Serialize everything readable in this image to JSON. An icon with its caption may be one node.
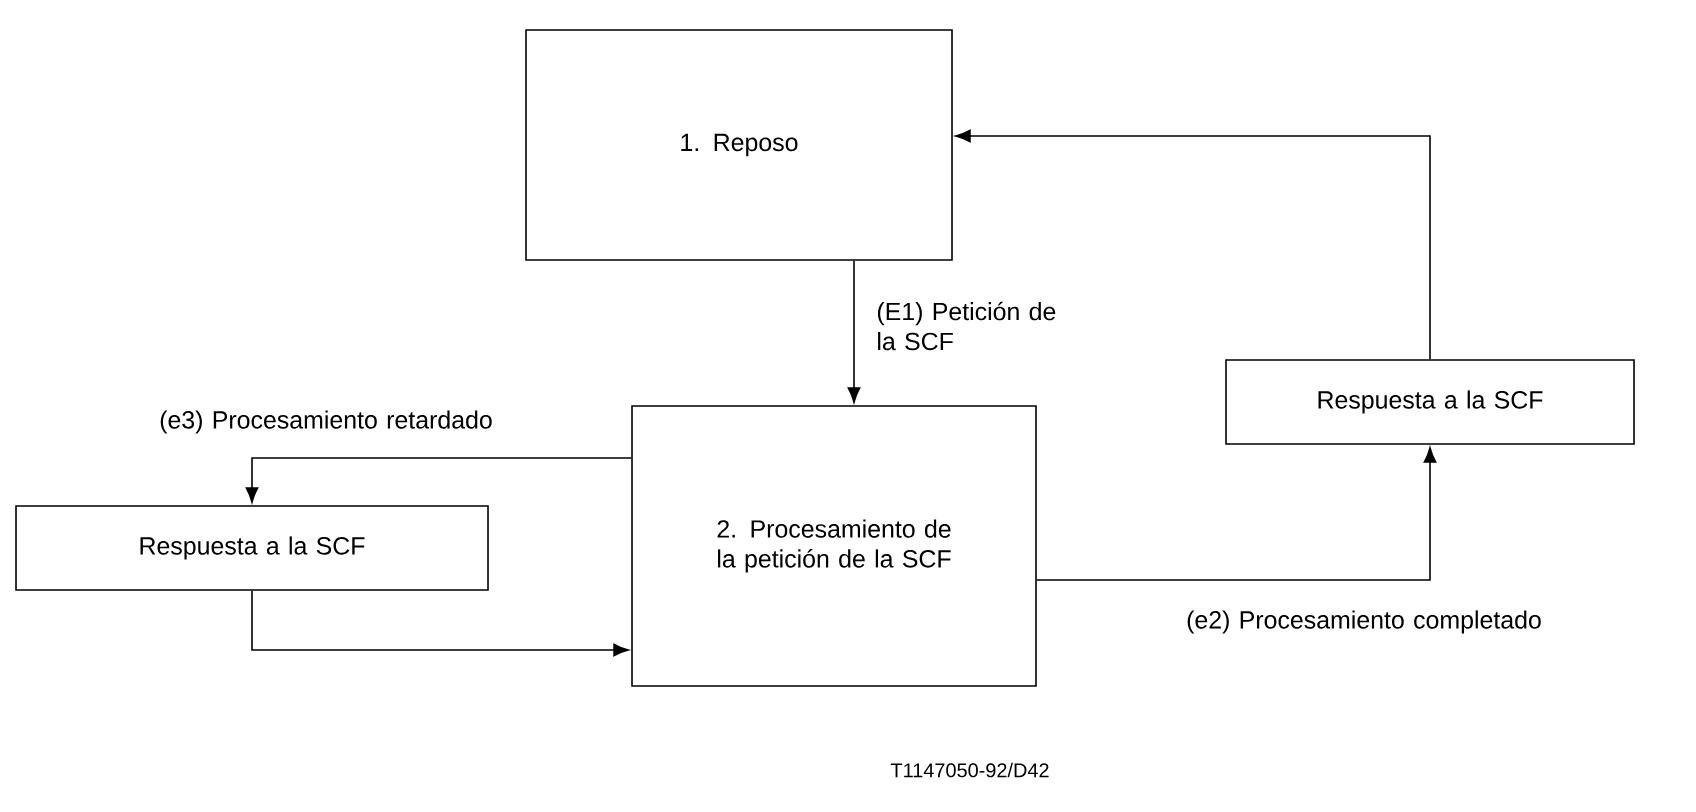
{
  "diagram": {
    "nodes": [
      {
        "text": [
          "1. Reposo"
        ]
      },
      {
        "text": [
          "2. Procesamiento de la petición de la SCF"
        ]
      },
      {
        "text": [
          "Respuesta a la SCF"
        ]
      },
      {
        "text": [
          "Respuesta a la SCF"
        ]
      }
    ],
    "edges": [
      {
        "from": 0,
        "to": 1,
        "arrow": "to",
        "label": "(E1) Petición de la SCF"
      },
      {
        "from": 1,
        "to": 2,
        "arrow": "to",
        "label": "(e3) Procesamiento retardado"
      },
      {
        "from": 2,
        "to": 1,
        "arrow": "to"
      },
      {
        "from": 1,
        "to": 3,
        "arrow": "to",
        "label": "(e2) Procesamiento completado"
      },
      {
        "from": 3,
        "to": 0,
        "arrow": "to"
      }
    ],
    "labels": [
      "T1147050-92/D42"
    ]
  }
}
